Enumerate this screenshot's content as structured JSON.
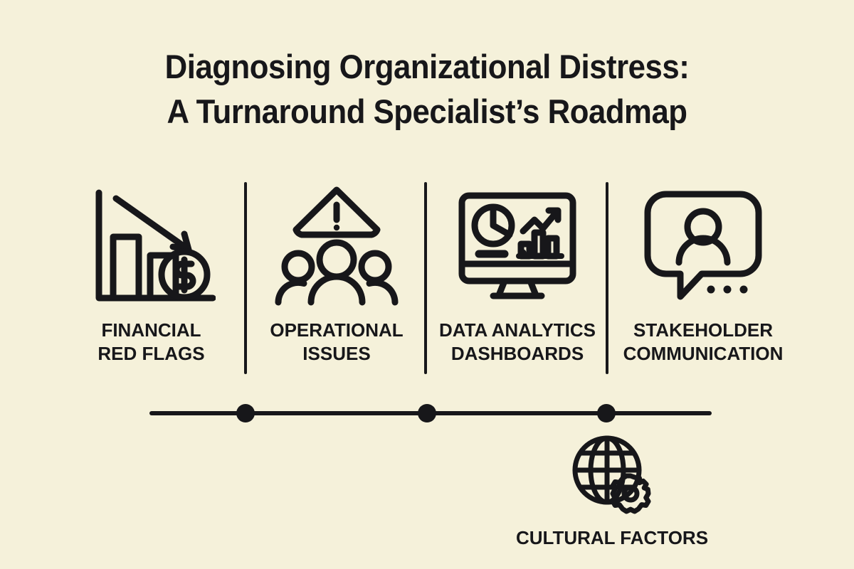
{
  "theme": {
    "background": "#F5F1DA",
    "ink": "#17171A"
  },
  "title": {
    "line1": "Diagnosing Organizational Distress:",
    "line2": "A Turnaround Specialist’s Roadmap"
  },
  "columns": [
    {
      "id": "financial-red-flags",
      "icon": "declining-bar-chart-with-dollar-coin-icon",
      "label": "FINANCIAL\nRED FLAGS"
    },
    {
      "id": "operational-issues",
      "icon": "people-group-with-warning-triangle-icon",
      "label": "OPERATIONAL\nISSUES"
    },
    {
      "id": "data-analytics-dashboards",
      "icon": "monitor-dashboard-charts-icon",
      "label": "DATA ANALYTICS\nDASHBOARDS"
    },
    {
      "id": "stakeholder-communication",
      "icon": "speech-bubble-person-icon",
      "label": "STAKEHOLDER\nCOMMUNICATION"
    }
  ],
  "dividers": [
    {
      "id": "divider-1"
    },
    {
      "id": "divider-2"
    },
    {
      "id": "divider-3"
    }
  ],
  "timeline": {
    "dots": [
      {
        "id": "timeline-dot-1"
      },
      {
        "id": "timeline-dot-2"
      },
      {
        "id": "timeline-dot-3"
      }
    ]
  },
  "bottom_node": {
    "id": "cultural-factors",
    "icon": "globe-with-gear-icon",
    "label": "CULTURAL FACTORS"
  }
}
